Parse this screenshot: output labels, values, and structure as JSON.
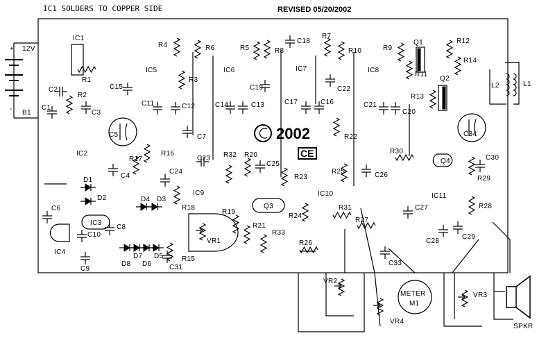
{
  "header": {
    "note": "IC1 SOLDERS TO COPPER SIDE",
    "revised": "REVISED 05/20/2002"
  },
  "copyright": {
    "year": "2002",
    "logo": "CE"
  },
  "battery": {
    "voltage": "12V",
    "label": "B1",
    "plus": "+",
    "minus": "-"
  },
  "ics": [
    "IC1",
    "IC2",
    "IC3",
    "IC4",
    "IC5",
    "IC6",
    "IC7",
    "IC8",
    "IC9",
    "IC10",
    "IC11"
  ],
  "resistors": [
    "R1",
    "R2",
    "R3",
    "R4",
    "R5",
    "R6",
    "R7",
    "R8",
    "R9",
    "R10",
    "R11",
    "R12",
    "R13",
    "R14",
    "R15",
    "R16",
    "R17",
    "R18",
    "R19",
    "R20",
    "R21",
    "R22",
    "R23",
    "R24",
    "R25",
    "R26",
    "R27",
    "R28",
    "R29",
    "R30",
    "R31",
    "R32",
    "R33"
  ],
  "capacitors": [
    "C1",
    "C2",
    "C3",
    "C4",
    "C5",
    "C6",
    "C7",
    "C8",
    "C9",
    "C10",
    "C11",
    "C12",
    "C13",
    "C14",
    "C15",
    "C16",
    "C17",
    "C18",
    "C19",
    "C20",
    "C21",
    "C22",
    "C23",
    "C24",
    "C25",
    "C26",
    "C27",
    "C28",
    "C29",
    "C30",
    "C31",
    "C33",
    "C34"
  ],
  "diodes": [
    "D1",
    "D2",
    "D3",
    "D4",
    "D5",
    "D6",
    "D7",
    "D8"
  ],
  "transistors": [
    "Q1",
    "Q2",
    "Q3",
    "Q4"
  ],
  "coils": [
    "L1",
    "L2"
  ],
  "pots": [
    "VR1",
    "VR2",
    "VR3",
    "VR4"
  ],
  "meter": {
    "line1": "METER",
    "line2": "M1"
  },
  "speaker": "SPKR"
}
